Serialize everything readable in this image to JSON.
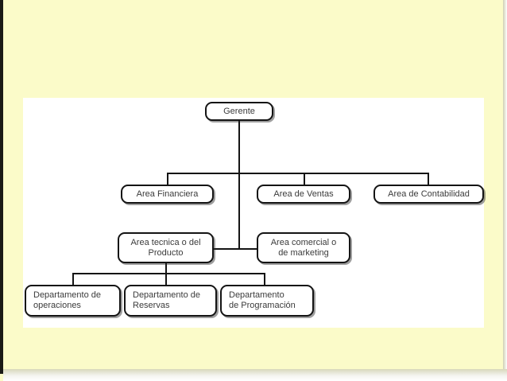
{
  "slide": {
    "background_color": "#fbfbc9",
    "panel_background_color": "#ffffff",
    "line_color": "#141414",
    "node_border_color": "#141414",
    "node_text_color": "#3b3b3b"
  },
  "chart_data": {
    "type": "diagram",
    "diagram_kind": "organizational-chart",
    "title": "",
    "nodes": [
      {
        "id": "gerente",
        "label": "Gerente",
        "level": 1
      },
      {
        "id": "financiera",
        "label": "Area Financiera",
        "level": 2
      },
      {
        "id": "ventas",
        "label": "Area de Ventas",
        "level": 2
      },
      {
        "id": "contabilidad",
        "label": "Area de Contabilidad",
        "level": 2
      },
      {
        "id": "tecnica",
        "label": "Area tecnica o del\nProducto",
        "level": 3
      },
      {
        "id": "comercial",
        "label": "Area comercial o\nde marketing",
        "level": 3
      },
      {
        "id": "operaciones",
        "label": "Departamento de\noperaciones",
        "level": 4
      },
      {
        "id": "reservas",
        "label": "Departamento de\nReservas",
        "level": 4
      },
      {
        "id": "programacion",
        "label": "Departamento\nde Programación",
        "level": 4
      }
    ],
    "edges": [
      {
        "from": "gerente",
        "to": "financiera"
      },
      {
        "from": "gerente",
        "to": "ventas"
      },
      {
        "from": "gerente",
        "to": "contabilidad"
      },
      {
        "from": "gerente",
        "to": "tecnica"
      },
      {
        "from": "gerente",
        "to": "comercial"
      },
      {
        "from": "tecnica",
        "to": "operaciones"
      },
      {
        "from": "tecnica",
        "to": "reservas"
      },
      {
        "from": "tecnica",
        "to": "programacion"
      }
    ]
  }
}
